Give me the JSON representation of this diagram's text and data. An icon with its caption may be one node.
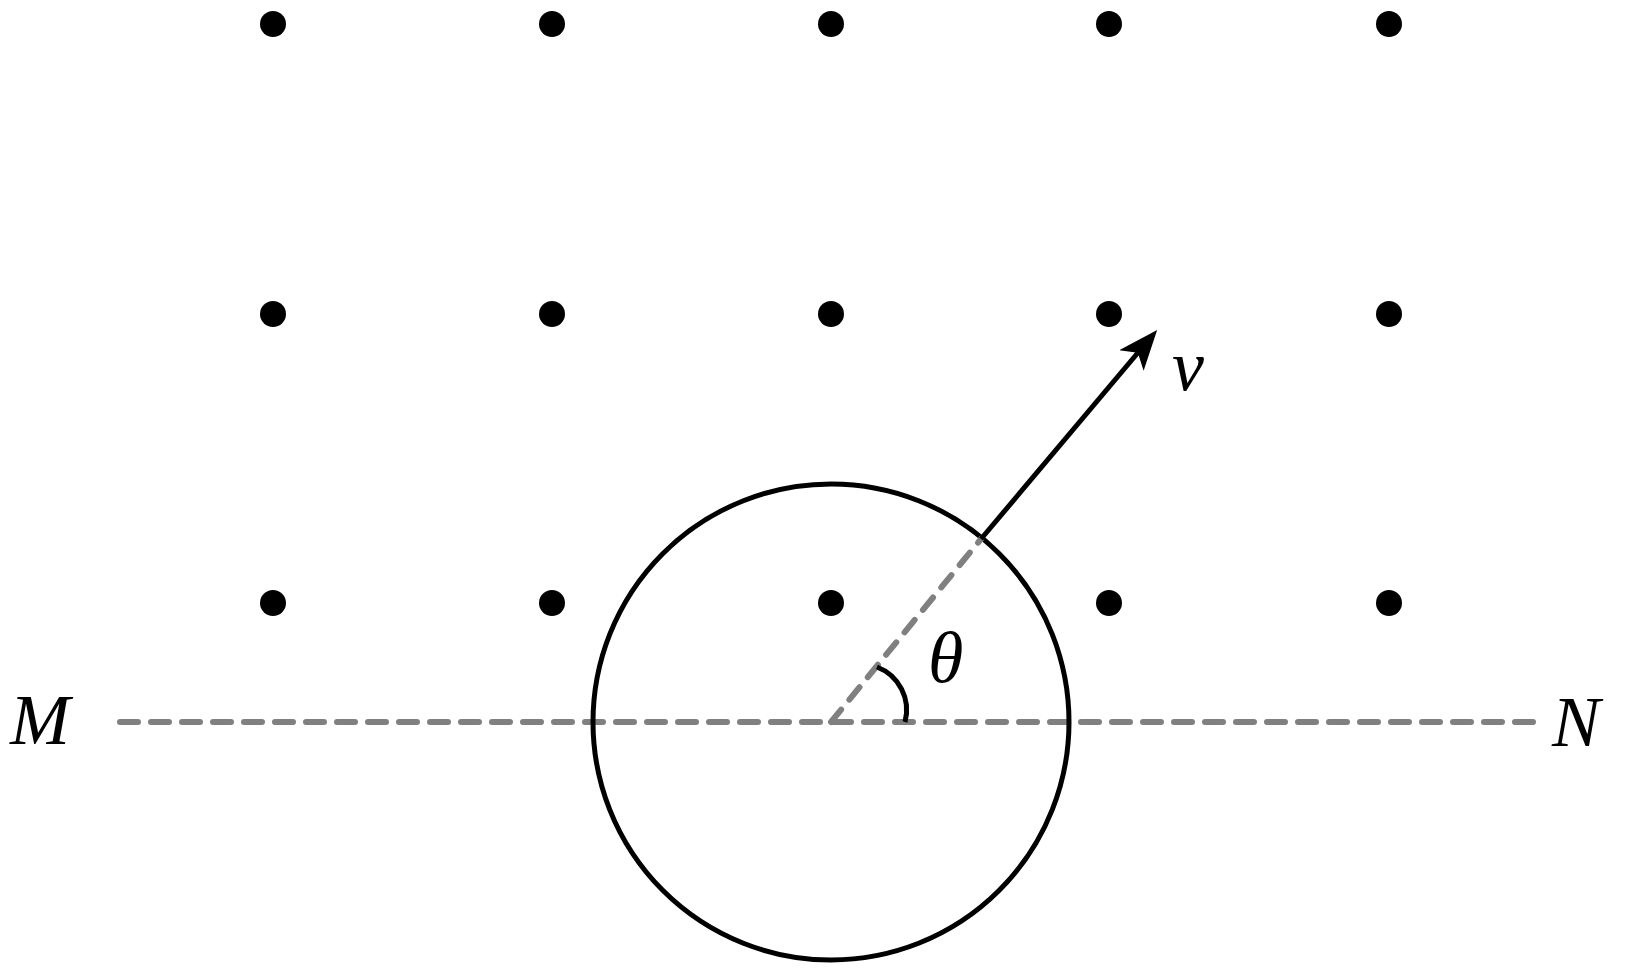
{
  "diagram": {
    "labels": [
      "v",
      "θ",
      "M",
      "N"
    ]
  }
}
